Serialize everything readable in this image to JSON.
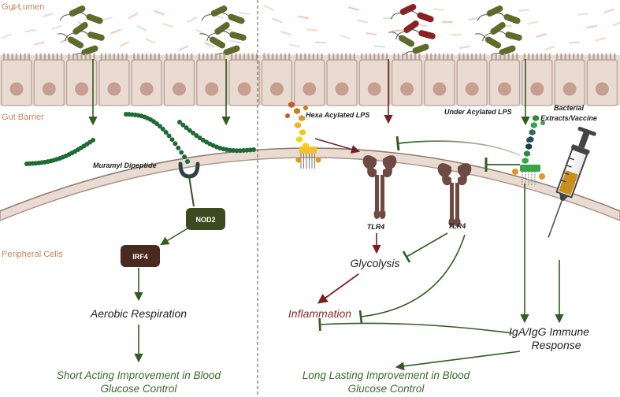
{
  "regions": {
    "lumen": "Gut Lumen",
    "barrier": "Gut Barrier",
    "peripheral": "Peripheral Cells"
  },
  "labels": {
    "muramyl": "Muramyl Dipeptide",
    "nod2": "NOD2",
    "irf4": "IRF4",
    "aerobic": "Aerobic Respiration",
    "short_line1": "Short Acting Improvement in Blood",
    "short_line2": "Glucose Control",
    "hexa_lps": "Hexa Acylated LPS",
    "under_lps": "Under Acylated LPS",
    "bacterial_line1": "Bacterial",
    "bacterial_line2": "Extracts/Vaccine",
    "tlr4_left": "TLR4",
    "tlr4_right": "TLR4",
    "glycolysis": "Glycolysis",
    "inflammation": "Inflammation",
    "iga_line1": "IgA/IgG Immune",
    "iga_line2": "Response",
    "long_line1": "Long Lasting Improvement in Blood",
    "long_line2": "Glucose Control"
  },
  "colors": {
    "region_text": "#c9845c",
    "activation": "#2f5e1f",
    "inflammatory": "#7a1f1f",
    "cell": "#eadbd2",
    "nucleus": "#c79f91",
    "receptor": "#6e4a42",
    "nod2_box": "#3c4a1f",
    "irf4_box": "#4a2a1e",
    "membrane": "#b7a49a"
  }
}
